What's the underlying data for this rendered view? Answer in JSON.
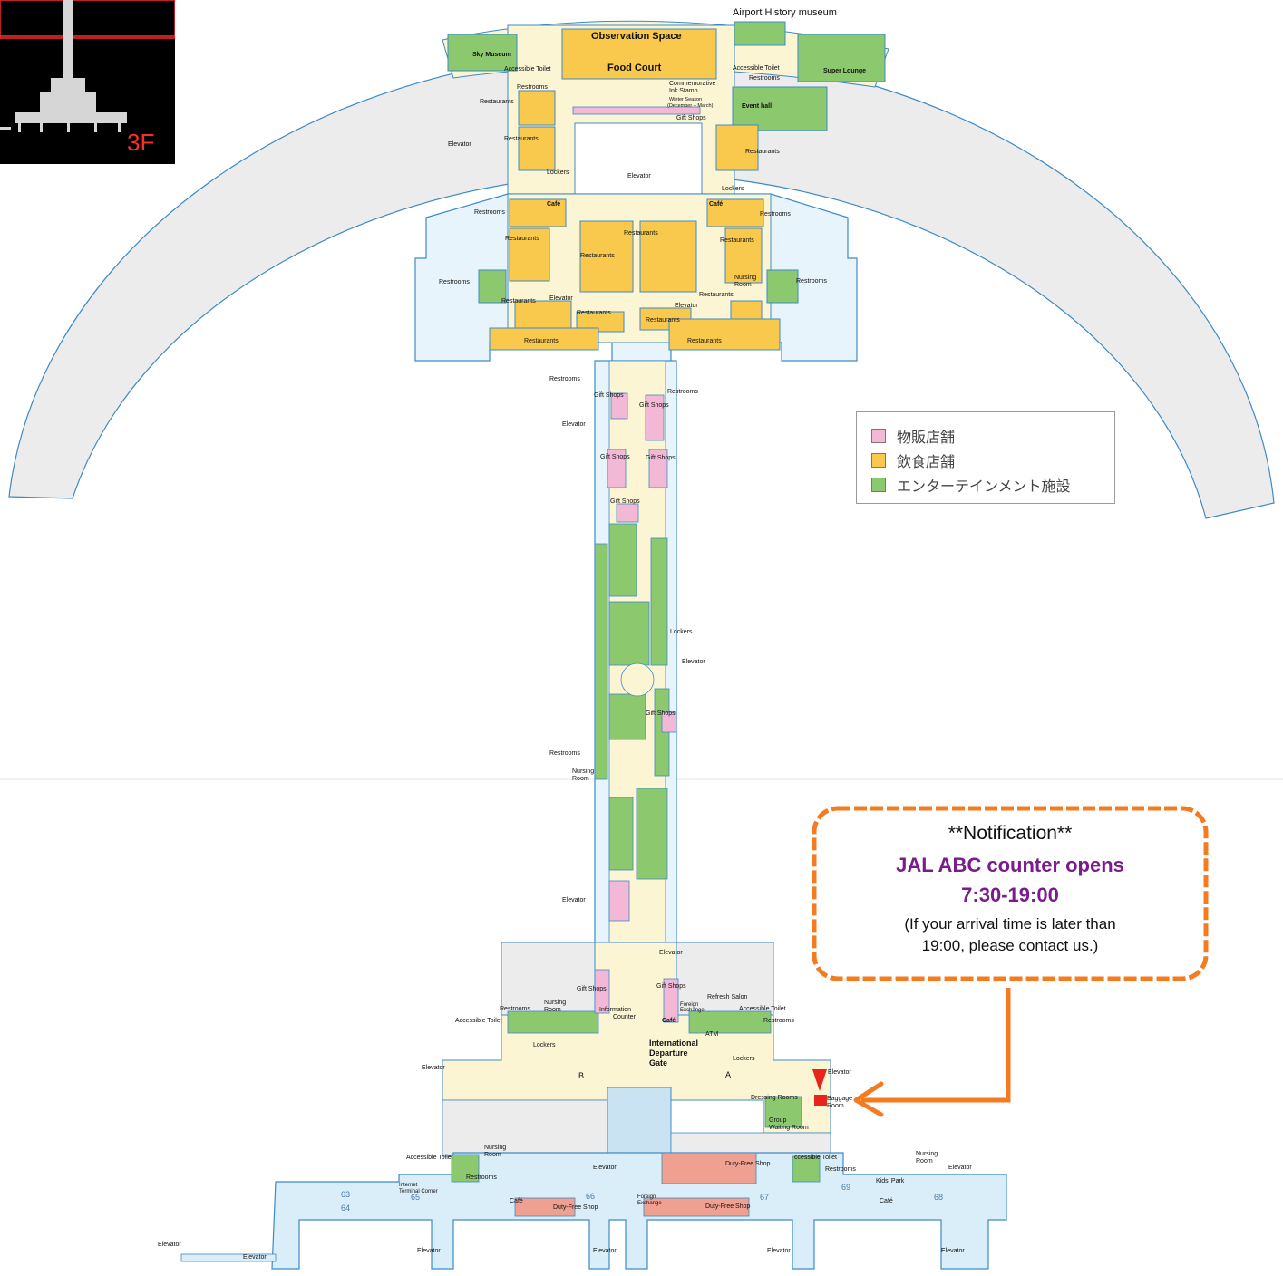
{
  "floor": {
    "label": "3F"
  },
  "legend": {
    "items": [
      {
        "label": "物販店舗",
        "color": "#f2b8d6"
      },
      {
        "label": "飲食店舗",
        "color": "#f9c94d"
      },
      {
        "label": "エンターテインメント施設",
        "color": "#8cc86e"
      }
    ]
  },
  "notice": {
    "title": "**Notification**",
    "line1": "JAL ABC counter opens",
    "line2": "7:30-19:00",
    "line3": "(If your arrival time is later than",
    "line4": "19:00, please contact us.)",
    "border_color": "#f47b20",
    "text_color": "#7a1c8c"
  },
  "labels": {
    "history": "Airport History museum",
    "observation": "Observation Space",
    "food_court": "Food Court",
    "sky_museum": "Sky Museum",
    "super_lounge": "Super Lounge",
    "accessible_toilet_l": "Accessible Toilet",
    "accessible_toilet_r": "Accessible Toilet",
    "restrooms_top_l": "Restrooms",
    "restrooms_top_r": "Restrooms",
    "stamp1": "Commemorative",
    "stamp2": "Ink Stamp",
    "stamp3": "Winter Season",
    "stamp4": "(December – March)",
    "event_hall": "Event hall",
    "gift_shops_top": "Gift Shops",
    "restaurants_a": "Restaurants",
    "restaurants_b": "Restaurants",
    "restaurants_c": "Restaurants",
    "elevator_top": "Elevator",
    "lockers_top_l": "Lockers",
    "elevator_mid_top": "Elevator",
    "lockers_top_r": "Lockers",
    "restrooms_mid_l": "Restrooms",
    "cafe_l": "Café",
    "cafe_r": "Café",
    "restrooms_mid_r": "Restrooms",
    "restaurants_d": "Restaurants",
    "restaurants_e": "Restaurants",
    "restaurants_f": "Restaurants",
    "restaurants_g": "Restaurants",
    "restrooms_side_l": "Restrooms",
    "restrooms_side_r": "Restrooms",
    "nursing1": "Nursing",
    "nursing2": "Room",
    "restaurants_h": "Restaurants",
    "elevator_c1": "Elevator",
    "restaurants_i": "Restaurants",
    "elevator_c2": "Elevator",
    "restaurants_j": "Restaurants",
    "restaurants_k": "Restaurants",
    "restaurants_l": "Restaurants",
    "restaurants_m": "Restaurants",
    "restaurants_n": "Restaurants",
    "restrooms_n1": "Restrooms",
    "restrooms_n2": "Restrooms",
    "gift_c1": "Gift Shops",
    "gift_c2": "Gift Shops",
    "elevator_c3": "Elevator",
    "gift_c3": "Gift Shops",
    "gift_c4": "Gift Shops",
    "gift_c5": "Gift Shops",
    "lockers_c": "Lockers",
    "elevator_c4": "Elevator",
    "gift_c6": "Gift Shops",
    "restrooms_c": "Restrooms",
    "nursing_c1": "Nursing",
    "nursing_c2": "Room",
    "elevator_c5": "Elevator",
    "elevator_s1": "Elevator",
    "gift_s1": "Gift Shops",
    "gift_s2": "Gift Shops",
    "refresh": "Refresh Salon",
    "foreign1": "Foreign",
    "foreign2": "Exchange",
    "restrooms_s1": "Restrooms",
    "nursing_s1": "Nursing",
    "nursing_s2": "Room",
    "info1": "Information",
    "info2": "Counter",
    "acc_s_l": "Accessible Toilet",
    "acc_s_r": "Accessible Toilet",
    "cafe_s": "Café",
    "atm": "ATM",
    "restrooms_s2": "Restrooms",
    "lockers_s1": "Lockers",
    "intl1": "International",
    "intl2": "Departure",
    "intl3": "Gate",
    "lockers_s2": "Lockers",
    "elevator_s2": "Elevator",
    "elevator_s3": "Elevator",
    "dressing": "Dressing Rooms",
    "baggage1": "Baggage",
    "baggage2": "Room",
    "group1": "Group",
    "group2": "Waiting Room",
    "gate_b": "B",
    "gate_a": "A",
    "nursing_w1": "Nursing",
    "nursing_w2": "Room",
    "acc_w": "Accessible Toilet",
    "restrooms_w": "Restrooms",
    "elevator_w1": "Elevator",
    "dutyfree1": "Duty-Free Shop",
    "acc_e": "ccessible Toilet",
    "restrooms_e": "Restrooms",
    "nursing_e1": "Nursing",
    "nursing_e2": "Room",
    "elevator_e1": "Elevator",
    "kids": "Kids' Park",
    "internet1": "Internet",
    "internet2": "Terminal Corner",
    "cafe_w": "Café",
    "dutyfree2": "Duty-Free Shop",
    "foreign_b1": "Foreign",
    "foreign_b2": "Exchange",
    "dutyfree3": "Duty-Free Shop",
    "cafe_e": "Café",
    "g63": "63",
    "g64": "64",
    "g65": "65",
    "g66": "66",
    "g67": "67",
    "g68": "68",
    "g69": "69",
    "elevator_b1": "Elevator",
    "elevator_b2": "Elevator",
    "elevator_b3": "Elevator",
    "elevator_b4": "Elevator",
    "elevator_b5": "Elevator",
    "elevator_b6": "Elevator"
  }
}
